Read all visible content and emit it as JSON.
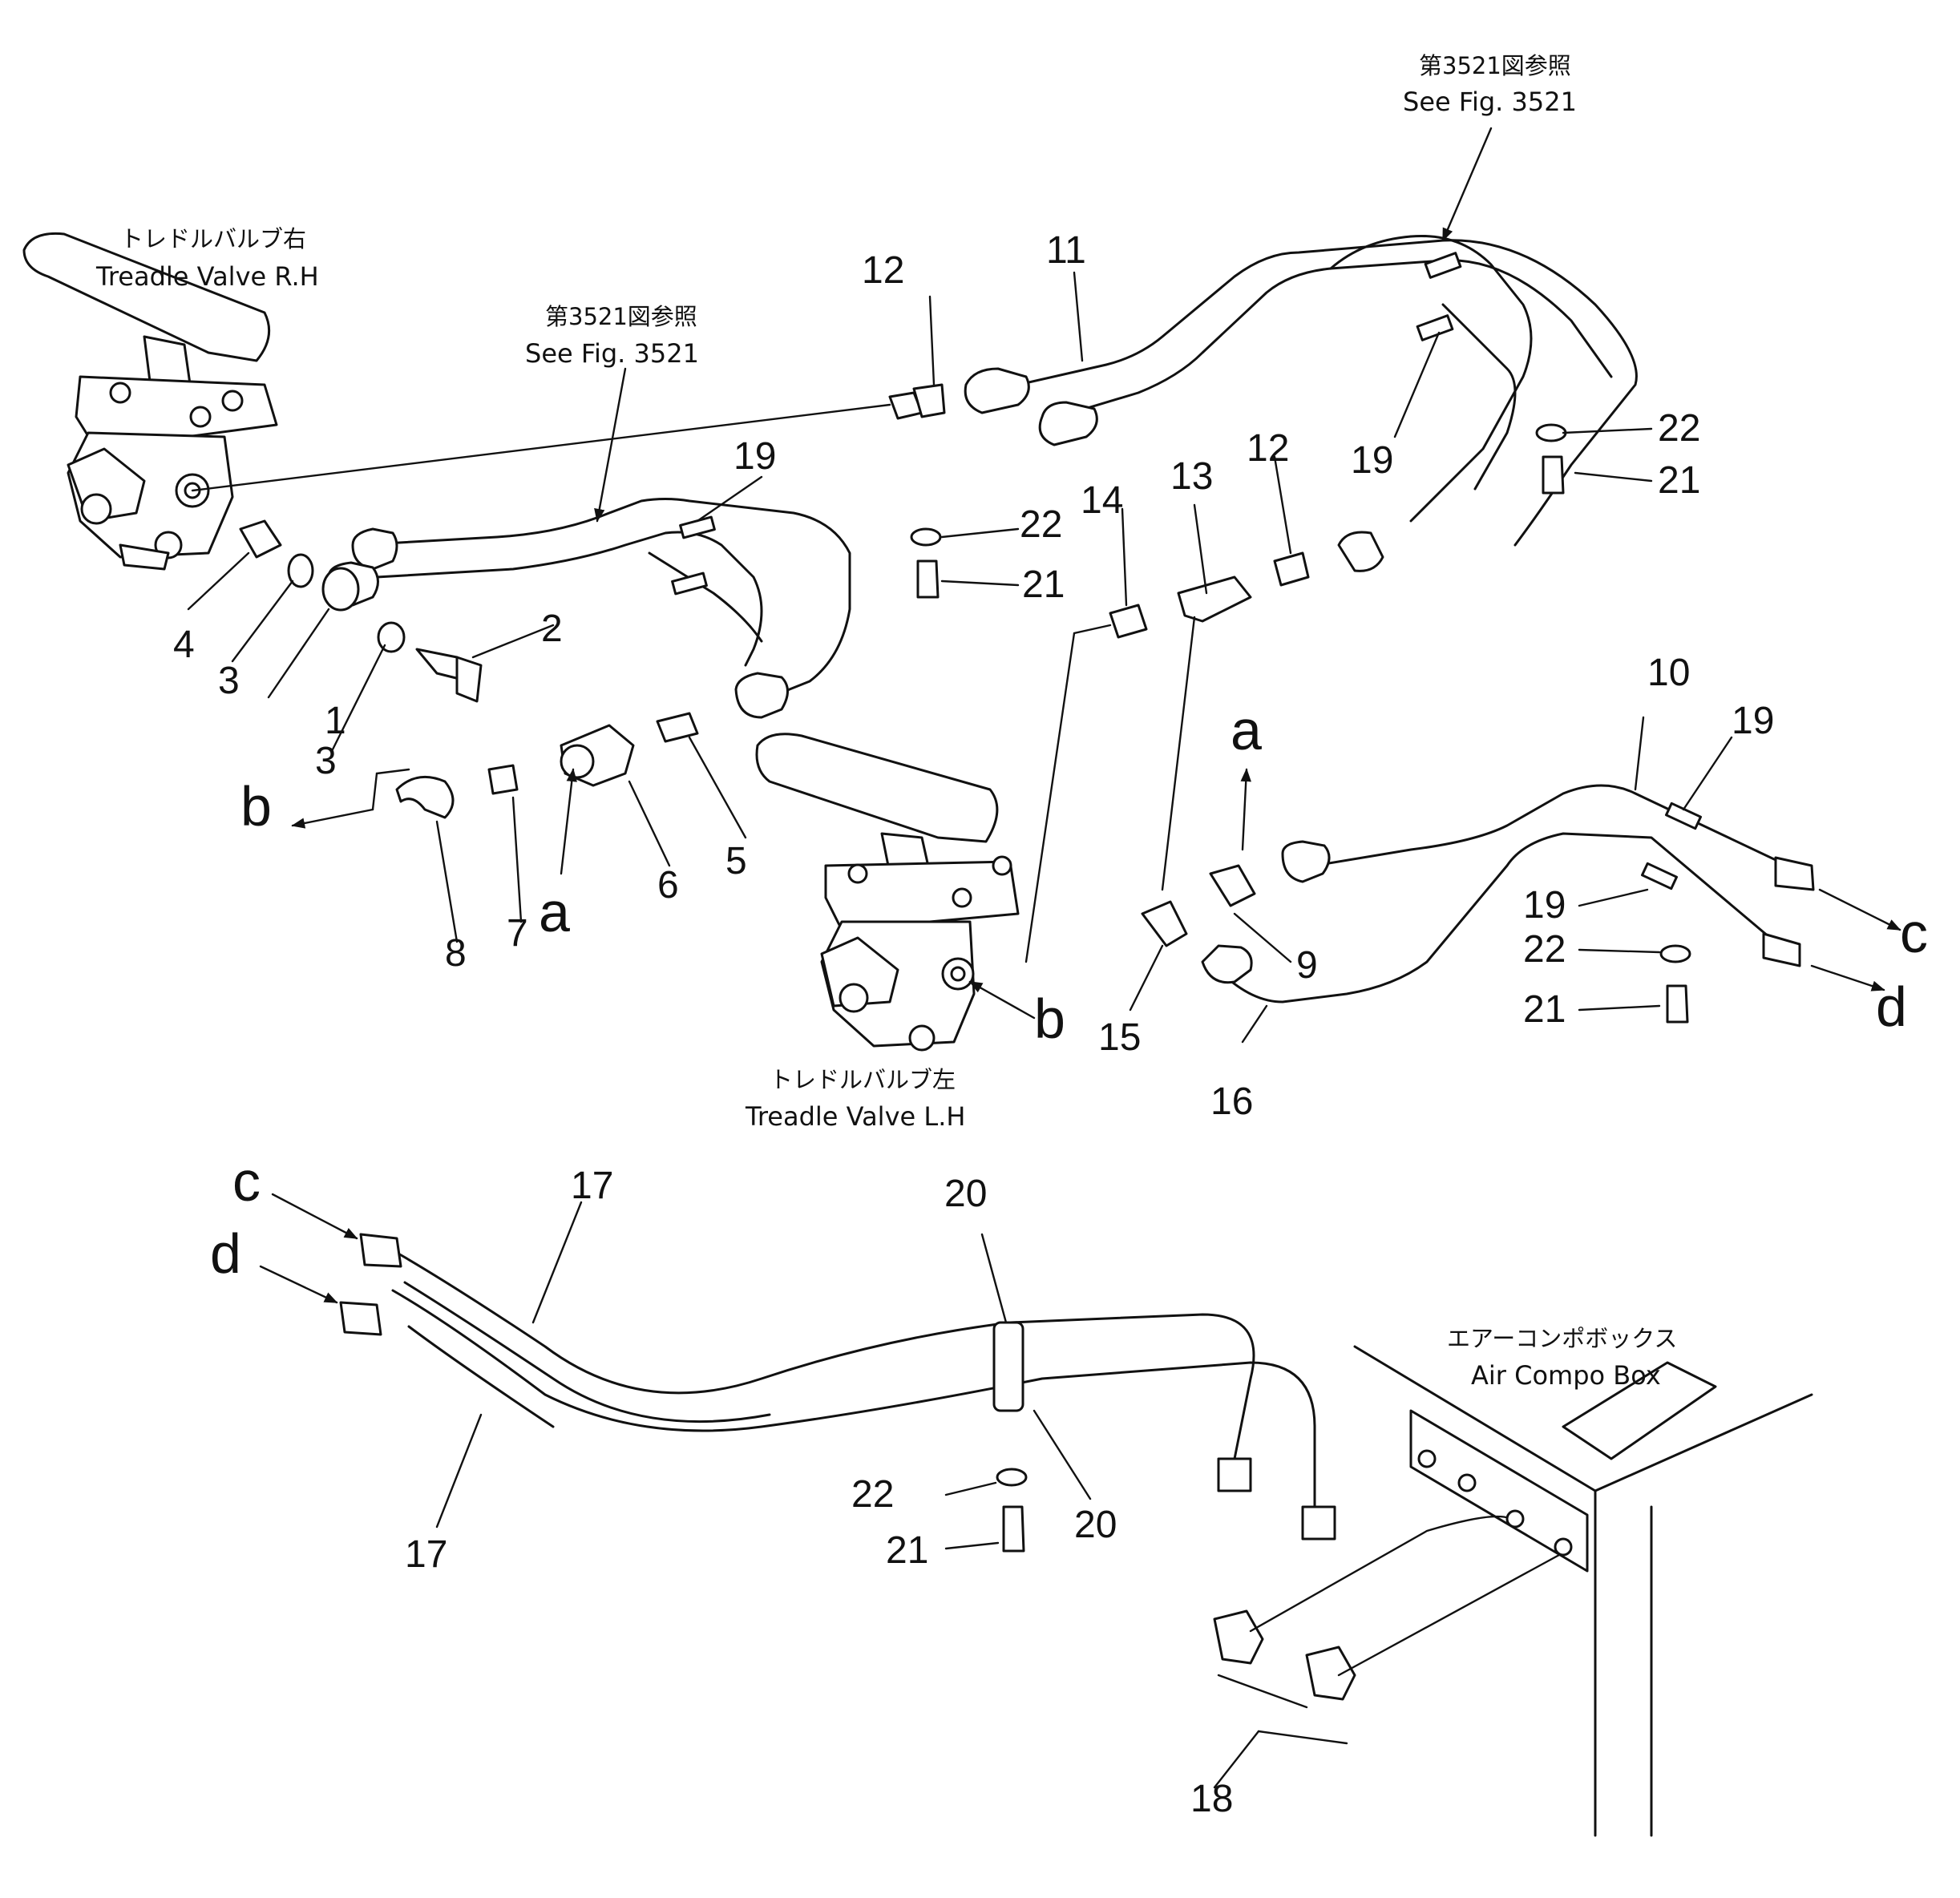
{
  "captions": {
    "fig_ref_top_jp": "第3521図参照",
    "fig_ref_top_en": "See Fig. 3521",
    "fig_ref_mid_jp": "第3521図参照",
    "fig_ref_mid_en": "See Fig. 3521",
    "valve_rh_jp": "トレドルバルブ右",
    "valve_rh_en": "Treadle Valve R.H",
    "valve_lh_jp": "トレドルバルブ左",
    "valve_lh_en": "Treadle Valve L.H",
    "box_jp": "エアーコンポボックス",
    "box_en": "Air Compo Box"
  },
  "parts": [
    "1",
    "2",
    "3",
    "3",
    "4",
    "5",
    "6",
    "7",
    "8",
    "9",
    "10",
    "11",
    "12",
    "12",
    "13",
    "14",
    "15",
    "16",
    "17",
    "17",
    "18",
    "19",
    "19",
    "19",
    "19",
    "20",
    "20",
    "21",
    "21",
    "21",
    "21",
    "22",
    "22",
    "22",
    "22"
  ],
  "connectors": [
    "a",
    "a",
    "b",
    "b",
    "c",
    "c",
    "d",
    "d"
  ]
}
